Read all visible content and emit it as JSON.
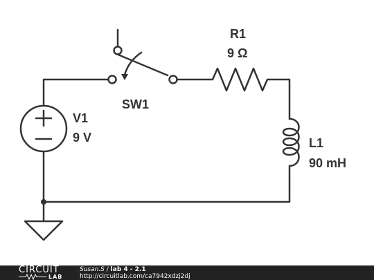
{
  "components": {
    "v1": {
      "name": "V1",
      "value": "9 V"
    },
    "sw1": {
      "name": "SW1"
    },
    "r1": {
      "name": "R1",
      "value": "9 Ω"
    },
    "l1": {
      "name": "L1",
      "value": "90 mH"
    }
  },
  "footer": {
    "logo_word": "CIRCUIT",
    "logo_sub": "LAB",
    "author": "Susan.S",
    "separator": " / ",
    "title": "lab 4 - 2.1",
    "url": "http://circuitlab.com/ca7942xdzj2dj"
  },
  "colors": {
    "wire": "#333333",
    "background": "#ffffff",
    "footer_bg": "#222222"
  }
}
